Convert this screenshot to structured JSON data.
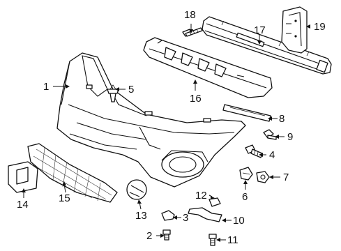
{
  "diagram": {
    "callouts": [
      "1",
      "2",
      "3",
      "4",
      "5",
      "6",
      "7",
      "8",
      "9",
      "10",
      "11",
      "12",
      "13",
      "14",
      "15",
      "16",
      "17",
      "18",
      "19"
    ]
  },
  "parts": [
    {
      "callout": "1",
      "name": "bumper-cover"
    },
    {
      "callout": "2",
      "name": "bolt"
    },
    {
      "callout": "3",
      "name": "nut"
    },
    {
      "callout": "4",
      "name": "bolt"
    },
    {
      "callout": "5",
      "name": "push-retainer"
    },
    {
      "callout": "6",
      "name": "clip"
    },
    {
      "callout": "7",
      "name": "retainer"
    },
    {
      "callout": "8",
      "name": "bracket"
    },
    {
      "callout": "9",
      "name": "bolt"
    },
    {
      "callout": "10",
      "name": "bracket"
    },
    {
      "callout": "11",
      "name": "bolt"
    },
    {
      "callout": "12",
      "name": "nut"
    },
    {
      "callout": "13",
      "name": "fog-lamp-cover"
    },
    {
      "callout": "14",
      "name": "license-bracket"
    },
    {
      "callout": "15",
      "name": "lower-grille"
    },
    {
      "callout": "16",
      "name": "energy-absorber"
    },
    {
      "callout": "17",
      "name": "reinforcement-bar"
    },
    {
      "callout": "18",
      "name": "bolt"
    },
    {
      "callout": "19",
      "name": "mount-bracket"
    }
  ]
}
